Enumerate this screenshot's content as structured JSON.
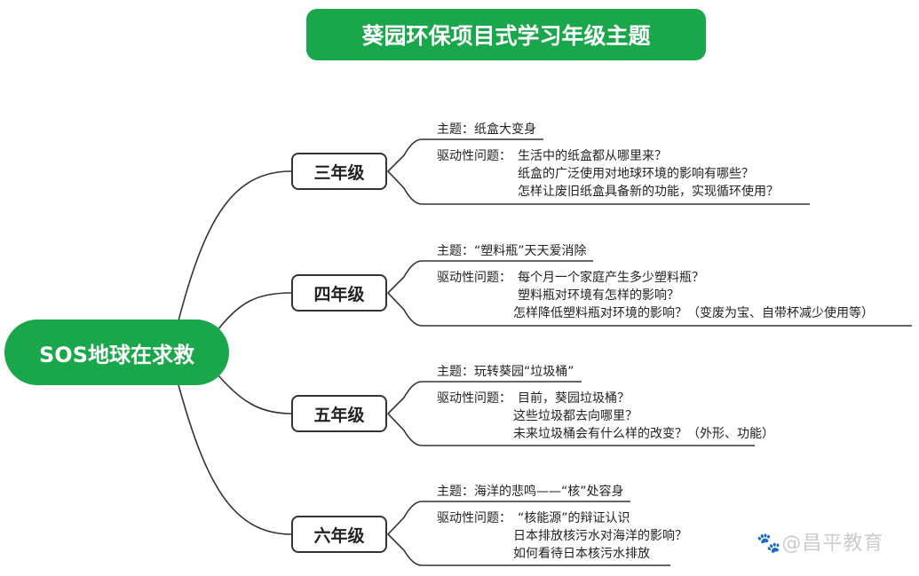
{
  "title": "葵园环保项目式学习年级主题",
  "root": "SOS地球在求救",
  "colors": {
    "accent": "#1aa64a"
  },
  "grades": [
    {
      "name": "三年级",
      "topic": "主题：纸盒大变身",
      "q_label": "驱动性问题：",
      "questions": [
        "生活中的纸盒都从哪里来？",
        "纸盒的广泛使用对地球环境的影响有哪些？",
        "怎样让废旧纸盒具备新的功能，实现循环使用？"
      ]
    },
    {
      "name": "四年级",
      "topic": "主题：“塑料瓶”天天爱消除",
      "q_label": "驱动性问题：",
      "questions": [
        "每个月一个家庭产生多少塑料瓶？",
        "塑料瓶对环境有怎样的影响？",
        "怎样降低塑料瓶对环境的影响？（变废为宝、自带杯减少使用等）"
      ]
    },
    {
      "name": "五年级",
      "topic": "主题：玩转葵园“垃圾桶”",
      "q_label": "驱动性问题：",
      "questions": [
        "目前，葵园垃圾桶？",
        "这些垃圾都去向哪里？",
        "未来垃圾桶会有什么样的改变？（外形、功能）"
      ]
    },
    {
      "name": "六年级",
      "topic": "主题：海洋的悲鸣——“核”处容身",
      "q_label": "驱动性问题：",
      "questions": [
        "“核能源”的辩证认识",
        "日本排放核污水对海洋的影响？",
        "如何看待日本核污水排放"
      ]
    }
  ],
  "watermark": "@昌平教育"
}
